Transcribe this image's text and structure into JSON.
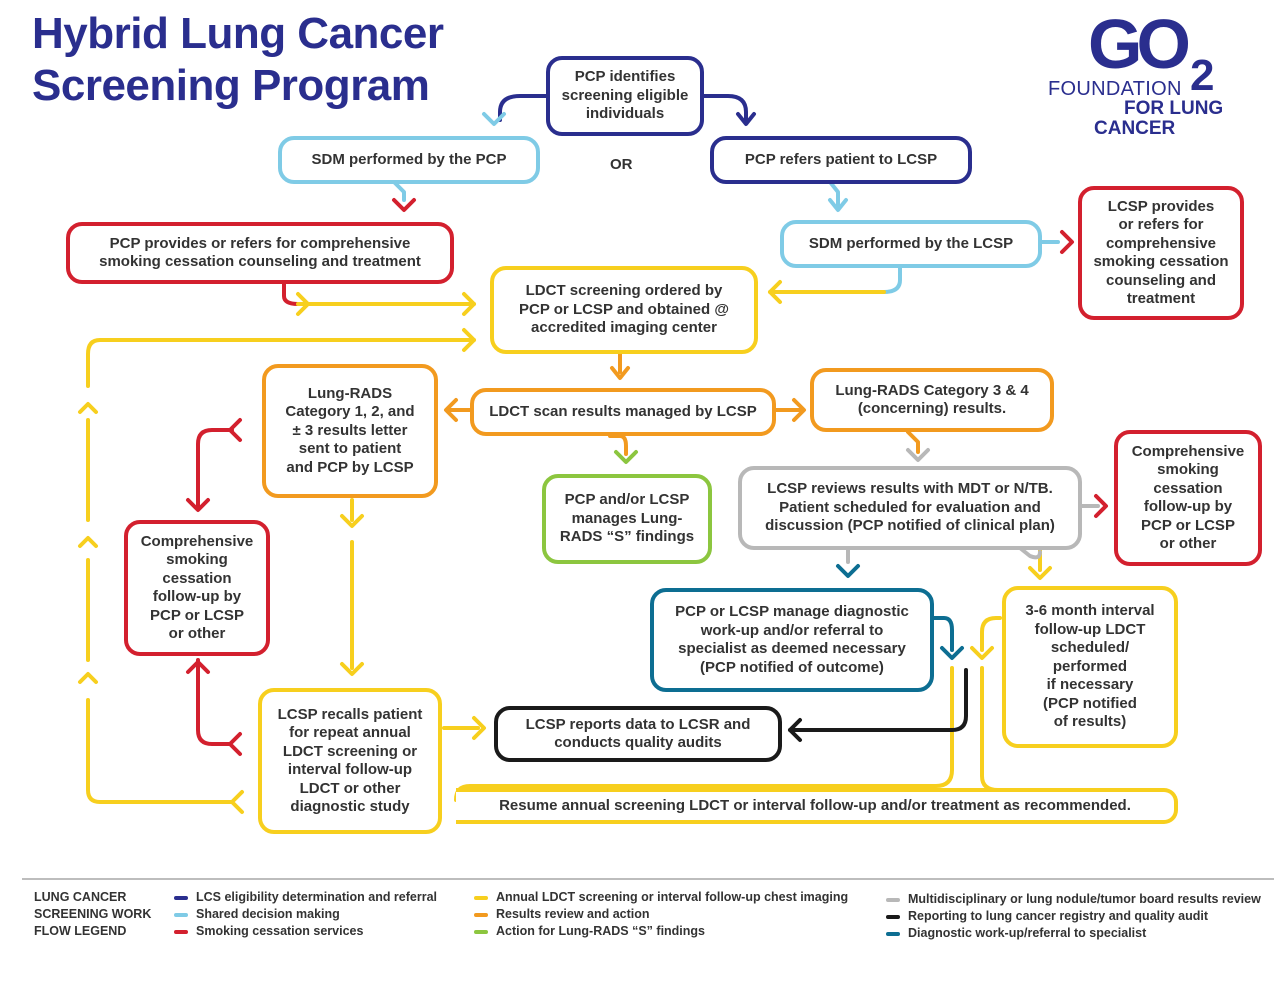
{
  "title": {
    "line1": "Hybrid Lung Cancer",
    "line2": "Screening Program"
  },
  "logo": {
    "mark": "GO",
    "superscript": "2",
    "line1": "FOUNDATION",
    "line2": "FOR LUNG",
    "line3": "CANCER"
  },
  "colors": {
    "navy": "#2a2e8e",
    "lightblue": "#7fcbe6",
    "red": "#d3202e",
    "yellow": "#f7cf1e",
    "orange": "#f29a1f",
    "green": "#8cc63f",
    "gray": "#b8b8b8",
    "black": "#1a1a1a",
    "teal": "#0d6e92"
  },
  "or_label": "OR",
  "boxes": {
    "pcp_identifies": "PCP identifies\nscreening eligible\nindividuals",
    "sdm_pcp": "SDM performed by the PCP",
    "pcp_refers": "PCP refers patient to LCSP",
    "pcp_cessation": "PCP provides or refers for comprehensive\nsmoking cessation counseling and treatment",
    "sdm_lcsp": "SDM performed by the LCSP",
    "lcsp_cessation": "LCSP provides\nor refers for\ncomprehensive\nsmoking cessation\ncounseling and\ntreatment",
    "ldct_ordered": "LDCT screening ordered by\nPCP or LCSP and obtained @\naccredited imaging center",
    "lungrads_123": "Lung-RADS\nCategory 1, 2, and\n± 3 results letter\nsent to patient\nand PCP by LCSP",
    "ldct_results": "LDCT scan results managed by LCSP",
    "lungrads_34": "Lung-RADS Category 3 & 4\n(concerning) results.",
    "pcp_s_findings": "PCP and/or LCSP\nmanages Lung-\nRADS “S” findings",
    "lcsp_reviews": "LCSP reviews results with MDT or N/TB.\nPatient scheduled for evaluation and\ndiscussion (PCP notified of clinical plan)",
    "comp_followup_right": "Comprehensive\nsmoking\ncessation\nfollow-up by\nPCP or LCSP\nor other",
    "comp_followup_left": "Comprehensive\nsmoking\ncessation\nfollow-up by\nPCP or LCSP\nor other",
    "pcp_diagnostic": "PCP or LCSP manage diagnostic\nwork-up and/or referral to\nspecialist as deemed necessary\n(PCP notified of outcome)",
    "interval_followup": "3-6 month interval\nfollow-up LDCT\nscheduled/\nperformed\nif necessary\n(PCP notified\nof results)",
    "lcsp_recalls": "LCSP recalls patient\nfor repeat annual\nLDCT screening or\ninterval follow-up\nLDCT or other\ndiagnostic study",
    "lcsp_reports": "LCSP reports data to LCSR and\nconducts  quality audits",
    "resume": "Resume annual screening LDCT or interval follow-up and/or treatment as recommended."
  },
  "legend": {
    "title": "LUNG CANCER\nSCREENING WORK\nFLOW LEGEND",
    "items": [
      {
        "label": "LCS eligibility determination and referral",
        "color": "#2a2e8e"
      },
      {
        "label": "Shared decision making",
        "color": "#7fcbe6"
      },
      {
        "label": "Smoking cessation services",
        "color": "#d3202e"
      },
      {
        "label": "Annual LDCT screening or interval follow-up chest imaging",
        "color": "#f7cf1e"
      },
      {
        "label": "Results review and action",
        "color": "#f29a1f"
      },
      {
        "label": "Action for Lung-RADS “S” findings",
        "color": "#8cc63f"
      },
      {
        "label": "Multidisciplinary or lung nodule/tumor board results review",
        "color": "#b8b8b8"
      },
      {
        "label": "Reporting to lung cancer registry and quality audit",
        "color": "#1a1a1a"
      },
      {
        "label": "Diagnostic work-up/referral to specialist",
        "color": "#0d6e92"
      }
    ]
  }
}
